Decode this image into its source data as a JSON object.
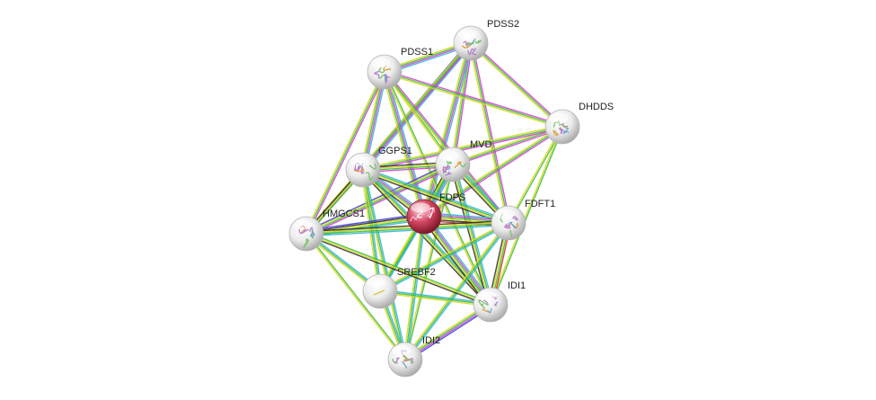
{
  "network": {
    "nodes": [
      {
        "id": "PDSS2",
        "label": "PDSS2",
        "query": false,
        "has_structure": true
      },
      {
        "id": "PDSS1",
        "label": "PDSS1",
        "query": false,
        "has_structure": true
      },
      {
        "id": "DHDDS",
        "label": "DHDDS",
        "query": false,
        "has_structure": true
      },
      {
        "id": "MVD",
        "label": "MVD",
        "query": false,
        "has_structure": true
      },
      {
        "id": "GGPS1",
        "label": "GGPS1",
        "query": false,
        "has_structure": true
      },
      {
        "id": "FDPS",
        "label": "FDPS",
        "query": true,
        "has_structure": true
      },
      {
        "id": "FDFT1",
        "label": "FDFT1",
        "query": false,
        "has_structure": true
      },
      {
        "id": "HMGCS1",
        "label": "HMGCS1",
        "query": false,
        "has_structure": true
      },
      {
        "id": "SREBF2",
        "label": "SREBF2",
        "query": false,
        "has_structure": false
      },
      {
        "id": "IDI1",
        "label": "IDI1",
        "query": false,
        "has_structure": true
      },
      {
        "id": "IDI2",
        "label": "IDI2",
        "query": false,
        "has_structure": true
      }
    ],
    "edges": [
      {
        "from": "PDSS2",
        "to": "PDSS1",
        "types": [
          "cyan",
          "magenta",
          "green",
          "yellow"
        ]
      },
      {
        "from": "PDSS2",
        "to": "DHDDS",
        "types": [
          "magenta",
          "green",
          "yellow"
        ]
      },
      {
        "from": "PDSS2",
        "to": "MVD",
        "types": [
          "magenta",
          "green",
          "yellow"
        ]
      },
      {
        "from": "PDSS2",
        "to": "GGPS1",
        "types": [
          "cyan",
          "magenta",
          "green",
          "blue"
        ]
      },
      {
        "from": "PDSS2",
        "to": "FDPS",
        "types": [
          "cyan",
          "magenta",
          "green",
          "yellow"
        ]
      },
      {
        "from": "PDSS2",
        "to": "FDFT1",
        "types": [
          "magenta",
          "green",
          "yellow"
        ]
      },
      {
        "from": "PDSS2",
        "to": "HMGCS1",
        "types": [
          "magenta",
          "green",
          "yellow"
        ]
      },
      {
        "from": "PDSS1",
        "to": "DHDDS",
        "types": [
          "magenta",
          "green",
          "yellow"
        ]
      },
      {
        "from": "PDSS1",
        "to": "MVD",
        "types": [
          "green",
          "yellow"
        ]
      },
      {
        "from": "PDSS1",
        "to": "GGPS1",
        "types": [
          "cyan",
          "magenta",
          "green",
          "yellow"
        ]
      },
      {
        "from": "PDSS1",
        "to": "FDPS",
        "types": [
          "cyan",
          "magenta",
          "green",
          "yellow"
        ]
      },
      {
        "from": "PDSS1",
        "to": "FDFT1",
        "types": [
          "magenta",
          "green",
          "yellow"
        ]
      },
      {
        "from": "PDSS1",
        "to": "HMGCS1",
        "types": [
          "magenta",
          "green",
          "yellow"
        ]
      },
      {
        "from": "PDSS1",
        "to": "IDI1",
        "types": [
          "green",
          "yellow"
        ]
      },
      {
        "from": "DHDDS",
        "to": "MVD",
        "types": [
          "magenta",
          "green",
          "yellow"
        ]
      },
      {
        "from": "DHDDS",
        "to": "GGPS1",
        "types": [
          "magenta",
          "green",
          "yellow"
        ]
      },
      {
        "from": "DHDDS",
        "to": "FDPS",
        "types": [
          "magenta",
          "green",
          "yellow"
        ]
      },
      {
        "from": "DHDDS",
        "to": "FDFT1",
        "types": [
          "green",
          "yellow"
        ]
      },
      {
        "from": "DHDDS",
        "to": "IDI1",
        "types": [
          "green",
          "yellow"
        ]
      },
      {
        "from": "MVD",
        "to": "GGPS1",
        "types": [
          "magenta",
          "green",
          "yellow",
          "black"
        ]
      },
      {
        "from": "MVD",
        "to": "FDPS",
        "types": [
          "cyan",
          "magenta",
          "green",
          "yellow",
          "black"
        ]
      },
      {
        "from": "MVD",
        "to": "FDFT1",
        "types": [
          "cyan",
          "green",
          "yellow",
          "black"
        ]
      },
      {
        "from": "MVD",
        "to": "HMGCS1",
        "types": [
          "magenta",
          "green",
          "yellow",
          "blue"
        ]
      },
      {
        "from": "MVD",
        "to": "SREBF2",
        "types": [
          "cyan",
          "green",
          "yellow"
        ]
      },
      {
        "from": "MVD",
        "to": "IDI1",
        "types": [
          "cyan",
          "green",
          "yellow",
          "black"
        ]
      },
      {
        "from": "MVD",
        "to": "IDI2",
        "types": [
          "green",
          "yellow"
        ]
      },
      {
        "from": "GGPS1",
        "to": "FDPS",
        "types": [
          "cyan",
          "magenta",
          "green",
          "yellow",
          "black"
        ]
      },
      {
        "from": "GGPS1",
        "to": "FDFT1",
        "types": [
          "cyan",
          "green",
          "yellow",
          "black"
        ]
      },
      {
        "from": "GGPS1",
        "to": "HMGCS1",
        "types": [
          "green",
          "yellow",
          "black"
        ]
      },
      {
        "from": "GGPS1",
        "to": "SREBF2",
        "types": [
          "cyan",
          "green",
          "yellow"
        ]
      },
      {
        "from": "GGPS1",
        "to": "IDI1",
        "types": [
          "cyan",
          "green",
          "yellow",
          "black"
        ]
      },
      {
        "from": "GGPS1",
        "to": "IDI2",
        "types": [
          "cyan",
          "green",
          "yellow"
        ]
      },
      {
        "from": "FDPS",
        "to": "FDFT1",
        "types": [
          "cyan",
          "magenta",
          "green",
          "yellow",
          "black",
          "red"
        ]
      },
      {
        "from": "FDPS",
        "to": "HMGCS1",
        "types": [
          "cyan",
          "green",
          "yellow",
          "black",
          "blue"
        ]
      },
      {
        "from": "FDPS",
        "to": "SREBF2",
        "types": [
          "cyan",
          "green",
          "yellow"
        ]
      },
      {
        "from": "FDPS",
        "to": "IDI1",
        "types": [
          "cyan",
          "magenta",
          "green",
          "yellow",
          "black"
        ]
      },
      {
        "from": "FDPS",
        "to": "IDI2",
        "types": [
          "cyan",
          "green",
          "yellow"
        ]
      },
      {
        "from": "FDFT1",
        "to": "HMGCS1",
        "types": [
          "cyan",
          "green",
          "yellow",
          "black"
        ]
      },
      {
        "from": "FDFT1",
        "to": "SREBF2",
        "types": [
          "cyan",
          "green",
          "yellow"
        ]
      },
      {
        "from": "FDFT1",
        "to": "IDI1",
        "types": [
          "red",
          "green",
          "yellow",
          "black"
        ]
      },
      {
        "from": "FDFT1",
        "to": "IDI2",
        "types": [
          "cyan",
          "green",
          "yellow"
        ]
      },
      {
        "from": "HMGCS1",
        "to": "SREBF2",
        "types": [
          "cyan",
          "green",
          "yellow"
        ]
      },
      {
        "from": "HMGCS1",
        "to": "IDI1",
        "types": [
          "green",
          "yellow",
          "black"
        ]
      },
      {
        "from": "HMGCS1",
        "to": "IDI2",
        "types": [
          "green",
          "yellow"
        ]
      },
      {
        "from": "SREBF2",
        "to": "IDI1",
        "types": [
          "cyan",
          "green",
          "yellow"
        ]
      },
      {
        "from": "SREBF2",
        "to": "IDI2",
        "types": [
          "cyan",
          "green",
          "yellow"
        ]
      },
      {
        "from": "IDI1",
        "to": "IDI2",
        "types": [
          "blue",
          "magenta",
          "green",
          "yellow"
        ]
      }
    ]
  },
  "colors": {
    "background": "#ffffff",
    "edge_cyan": "#33b5d6",
    "edge_magenta": "#d63fd6",
    "edge_green": "#3fbf3f",
    "edge_yellow": "#d9d925",
    "edge_black": "#333333",
    "edge_red": "#e03030",
    "edge_blue": "#3f3fd6",
    "node_plain": "#e6e6e6",
    "node_query": "#d0405a",
    "label_text": "#222222"
  }
}
